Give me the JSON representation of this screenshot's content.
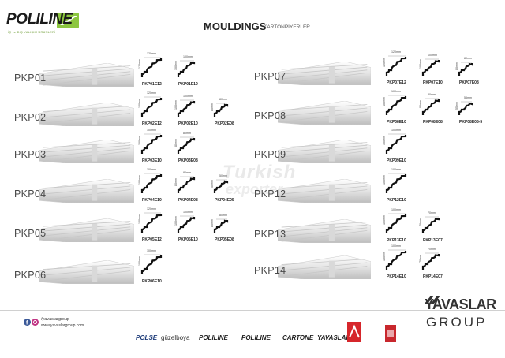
{
  "header": {
    "logo": "POLILINE",
    "tagline": "İÇ ve DIŞ YALIŞIM ÜRÜNLERİ",
    "title": "MOULDINGS",
    "subtitle": "KARTONPİYERLER"
  },
  "watermark": {
    "line1": "Turkish",
    "line2": "exporter"
  },
  "products_left": [
    {
      "code": "PKP01",
      "profiles": [
        {
          "label": "PKP01E12",
          "w": "120mm",
          "h": "120mm"
        },
        {
          "label": "PKP01E10",
          "w": "100mm",
          "h": "100mm"
        }
      ]
    },
    {
      "code": "PKP02",
      "profiles": [
        {
          "label": "PKP02E12",
          "w": "120mm",
          "h": "120mm"
        },
        {
          "label": "PKP02E10",
          "w": "100mm",
          "h": "100mm"
        },
        {
          "label": "PKP02E08",
          "w": "80mm",
          "h": "80mm"
        }
      ]
    },
    {
      "code": "PKP03",
      "profiles": [
        {
          "label": "PKP03E10",
          "w": "100mm",
          "h": "100mm"
        },
        {
          "label": "PKP03E08",
          "w": "80mm",
          "h": "80mm"
        }
      ]
    },
    {
      "code": "PKP04",
      "profiles": [
        {
          "label": "PKP04E10",
          "w": "100mm",
          "h": "100mm"
        },
        {
          "label": "PKP04E08",
          "w": "80mm",
          "h": "80mm"
        },
        {
          "label": "PKP04E05",
          "w": "50mm",
          "h": "50mm"
        }
      ]
    },
    {
      "code": "PKP05",
      "profiles": [
        {
          "label": "PKP05E12",
          "w": "120mm",
          "h": "120mm"
        },
        {
          "label": "PKP05E10",
          "w": "100mm",
          "h": "100mm"
        },
        {
          "label": "PKP05E08",
          "w": "80mm",
          "h": "80mm"
        }
      ]
    },
    {
      "code": "PKP06",
      "profiles": [
        {
          "label": "PKP06E10",
          "w": "100mm",
          "h": "100mm"
        }
      ]
    }
  ],
  "products_right": [
    {
      "code": "PKP07",
      "profiles": [
        {
          "label": "PKP07E12",
          "w": "120mm",
          "h": "120mm"
        },
        {
          "label": "PKP07E10",
          "w": "100mm",
          "h": "100mm"
        },
        {
          "label": "PKP07E08",
          "w": "80mm",
          "h": "80mm"
        }
      ]
    },
    {
      "code": "PKP08",
      "profiles": [
        {
          "label": "PKP08E10",
          "w": "100mm",
          "h": "100mm"
        },
        {
          "label": "PKP08E08",
          "w": "80mm",
          "h": "80mm"
        },
        {
          "label": "PKP08E05-5",
          "w": "55mm",
          "h": "55mm"
        }
      ]
    },
    {
      "code": "PKP09",
      "profiles": [
        {
          "label": "PKP09E10",
          "w": "100mm",
          "h": "100mm"
        }
      ]
    },
    {
      "code": "PKP12",
      "profiles": [
        {
          "label": "PKP12E10",
          "w": "100mm",
          "h": "100mm"
        }
      ]
    },
    {
      "code": "PKP13",
      "profiles": [
        {
          "label": "PKP13E10",
          "w": "100mm",
          "h": "100mm"
        },
        {
          "label": "PKP13E07",
          "w": "70mm",
          "h": "70mm"
        }
      ]
    },
    {
      "code": "PKP14",
      "profiles": [
        {
          "label": "PKP14E10",
          "w": "100mm",
          "h": "100mm"
        },
        {
          "label": "PKP14E07",
          "w": "70mm",
          "h": "70mm"
        }
      ]
    }
  ],
  "footer": {
    "social": "/yavaslargroup",
    "website": "www.yavaslargroup.com",
    "brands": [
      "POLSE",
      "güzelboya",
      "POLILINE",
      "POLILINE",
      "CARTONE",
      "YAVASLAR"
    ],
    "group_name": "YAVASLAR",
    "group_word": "GROUP"
  },
  "colors": {
    "accent_green": "#8cc63f",
    "accent_red": "#d6262b",
    "dark": "#222222"
  }
}
